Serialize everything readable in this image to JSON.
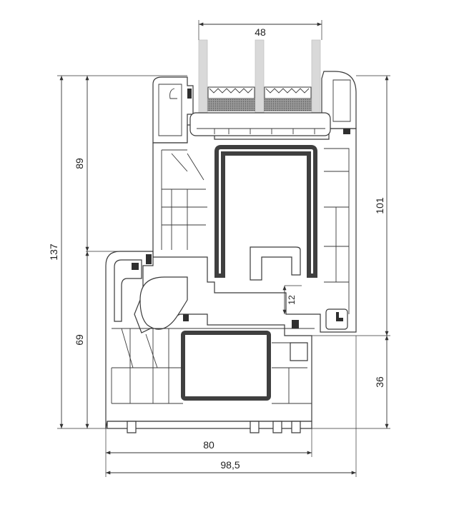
{
  "dimensions": {
    "glass_width": "48",
    "total_height": "137",
    "sash_height": "89",
    "frame_height_left": "69",
    "sash_depth_right": "101",
    "frame_height_right": "36",
    "frame_depth": "80",
    "total_depth": "98,5",
    "rebate_gap": "12"
  },
  "colors": {
    "line": "#3a3a3a",
    "glass": "#d9d9d9",
    "steel": "#3f3f3f",
    "gasket": "#2f2f2f"
  }
}
